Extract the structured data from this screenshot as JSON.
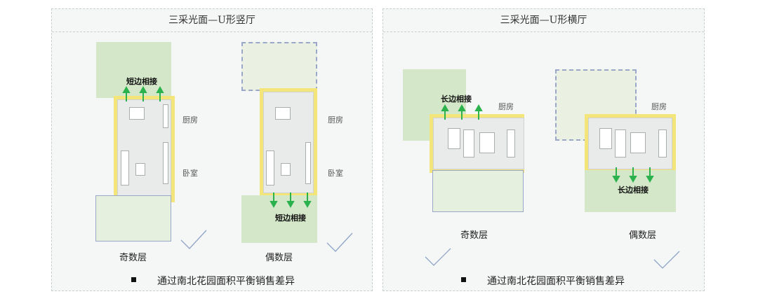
{
  "left_panel": {
    "title": "三采光面—U形竖厅",
    "odd": {
      "floor": "奇数层",
      "callout": "短边相接",
      "kitchen": "厨房",
      "bedroom": "卧室"
    },
    "even": {
      "floor": "偶数层",
      "callout": "短边相接",
      "kitchen": "厨房",
      "bedroom": "卧室"
    },
    "footer": "通过南北花园面积平衡销售差异"
  },
  "right_panel": {
    "title": "三采光面—U形横厅",
    "odd": {
      "floor": "奇数层",
      "callout": "长边相接",
      "kitchen": "厨房"
    },
    "even": {
      "floor": "偶数层",
      "callout": "长边相接",
      "kitchen": "厨房"
    },
    "footer": "通过南北花园面积平衡销售差异"
  },
  "colors": {
    "garden": "#d4e8c9",
    "wall": "#f3e57a",
    "arrow": "#2bb24c",
    "check": "#8fa6c8"
  }
}
